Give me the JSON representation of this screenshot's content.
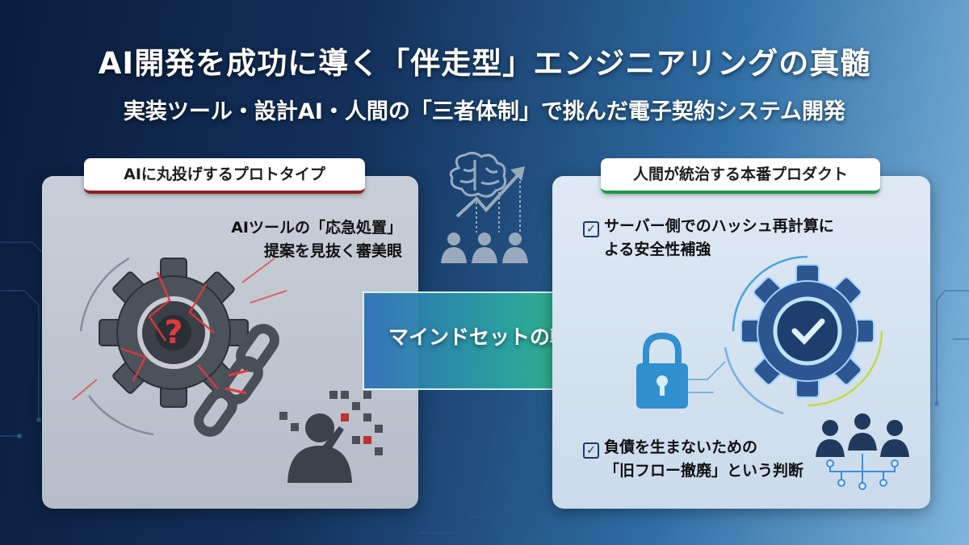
{
  "title": "AI開発を成功に導く「伴走型」エンジニアリングの真髄",
  "subtitle": "実装ツール・設計AI・人間の「三者体制」で挑んだ電子契約システム開発",
  "left_panel": {
    "tag": "AIに丸投げするプロトタイプ",
    "note_line1": "AIツールの「応急処置」",
    "note_line2": "提案を見抜く審美眼",
    "gear_symbol": "?"
  },
  "center": {
    "arrow_label": "マインドセットの転換"
  },
  "right_panel": {
    "tag": "人間が統治する本番プロダクト",
    "point1_line1": "サーバー側でのハッシュ再計算に",
    "point1_line2": "よる安全性補強",
    "point2_line1": "負債を生まないための",
    "point2_line2": "「旧フロー撤廃」という判断",
    "check_symbol": "✓"
  },
  "colors": {
    "danger": "#e03a3a",
    "success": "#1f9a45",
    "accent_blue": "#3b8ee0"
  }
}
